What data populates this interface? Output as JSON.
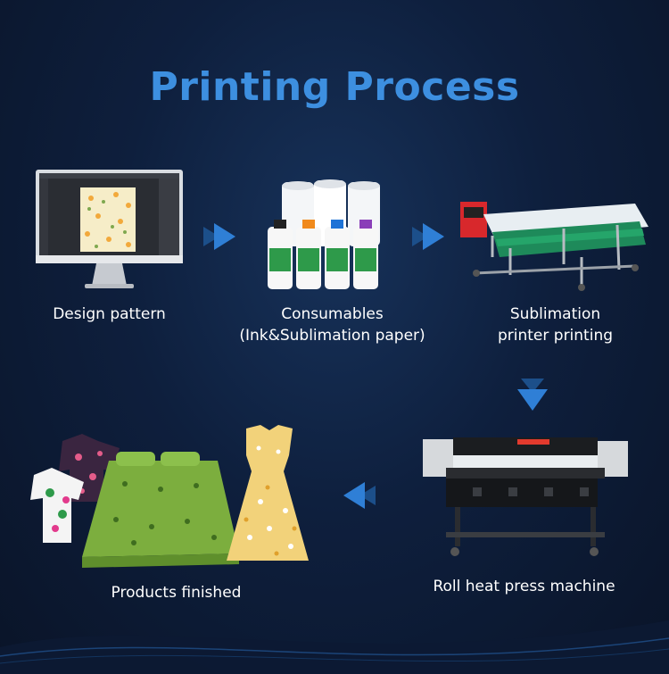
{
  "title": "Printing Process",
  "steps": [
    {
      "lines": [
        "Design pattern"
      ]
    },
    {
      "lines": [
        "Consumables",
        "(Ink&Sublimation paper)"
      ]
    },
    {
      "lines": [
        "Sublimation",
        "printer printing"
      ]
    },
    {
      "lines": [
        "Roll heat press machine"
      ]
    },
    {
      "lines": [
        "Products finished"
      ]
    }
  ],
  "colors": {
    "accent": "#3d8fe0",
    "arrow": "#2f7fd6",
    "background": "#0e1f3d"
  }
}
